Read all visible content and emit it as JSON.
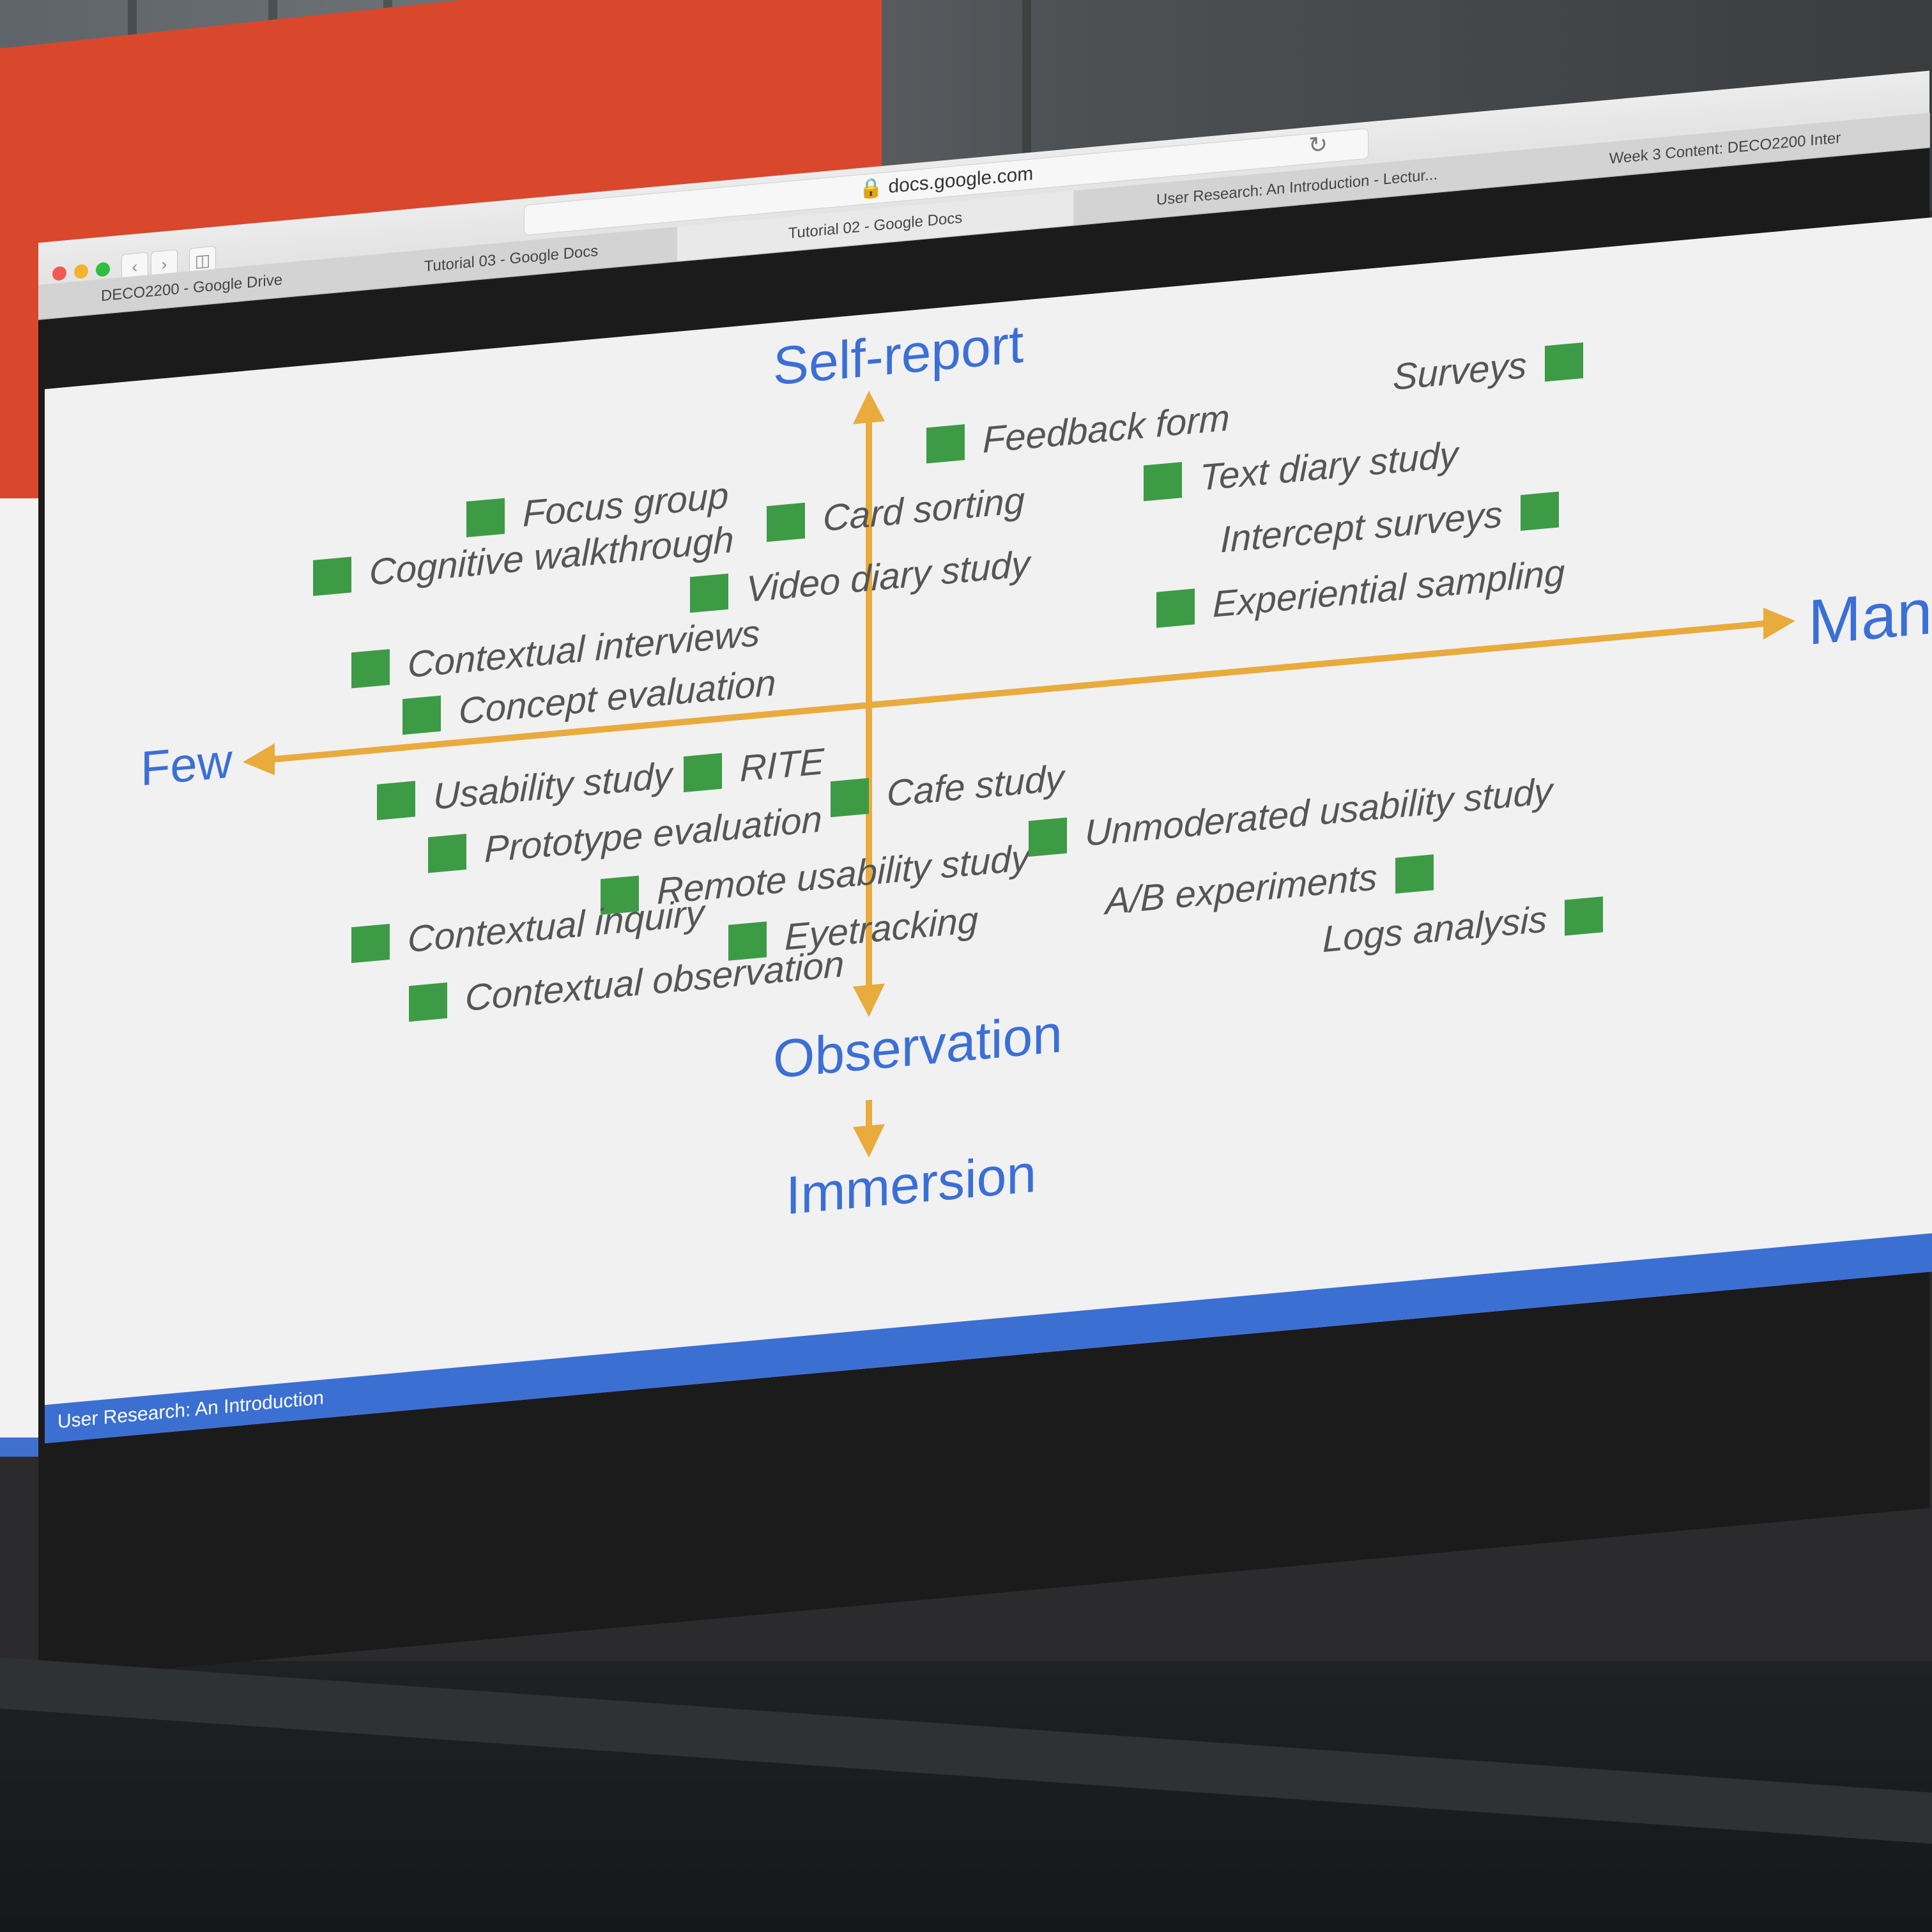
{
  "browser": {
    "address": "docs.google.com",
    "tabs": [
      {
        "label": "DECO2200 - Google Drive",
        "active": false
      },
      {
        "label": "Tutorial 03 - Google Docs",
        "active": false
      },
      {
        "label": "Tutorial 02 - Google Docs",
        "active": true
      },
      {
        "label": "User Research: An Introduction - Lectur...",
        "active": false
      },
      {
        "label": "Week 3 Content: DECO2200 Inter",
        "active": false
      }
    ]
  },
  "slide": {
    "axes": {
      "top": "Self-report",
      "left": "Few",
      "right": "Man",
      "bottom": "Observation",
      "bottom_extra": "Immersion"
    },
    "items": [
      {
        "label": "Focus group",
        "marker": "left"
      },
      {
        "label": "Cognitive walkthrough",
        "marker": "left"
      },
      {
        "label": "Feedback form",
        "marker": "left"
      },
      {
        "label": "Surveys",
        "marker": "right"
      },
      {
        "label": "Card sorting",
        "marker": "left"
      },
      {
        "label": "Text diary study",
        "marker": "left"
      },
      {
        "label": "Video diary study",
        "marker": "left"
      },
      {
        "label": "Intercept surveys",
        "marker": "right"
      },
      {
        "label": "Contextual interviews",
        "marker": "left"
      },
      {
        "label": "Experiential sampling",
        "marker": "left"
      },
      {
        "label": "Concept evaluation",
        "marker": "left"
      },
      {
        "label": "Usability study",
        "marker": "left"
      },
      {
        "label": "RITE",
        "marker": "left"
      },
      {
        "label": "Cafe study",
        "marker": "left"
      },
      {
        "label": "Prototype evaluation",
        "marker": "left"
      },
      {
        "label": "Unmoderated usability study",
        "marker": "left"
      },
      {
        "label": "Remote usability study",
        "marker": "left"
      },
      {
        "label": "Contextual inquiry",
        "marker": "left"
      },
      {
        "label": "Eyetracking",
        "marker": "left"
      },
      {
        "label": "A/B experiments",
        "marker": "right"
      },
      {
        "label": "Contextual observation",
        "marker": "left"
      },
      {
        "label": "Logs analysis",
        "marker": "right"
      }
    ],
    "footer": "User Research: An Introduction"
  },
  "colors": {
    "axis_label": "#3b6fd6",
    "arrow": "#e8ab3c",
    "marker": "#3d9b45",
    "footer_bar": "#3c6fd2"
  }
}
